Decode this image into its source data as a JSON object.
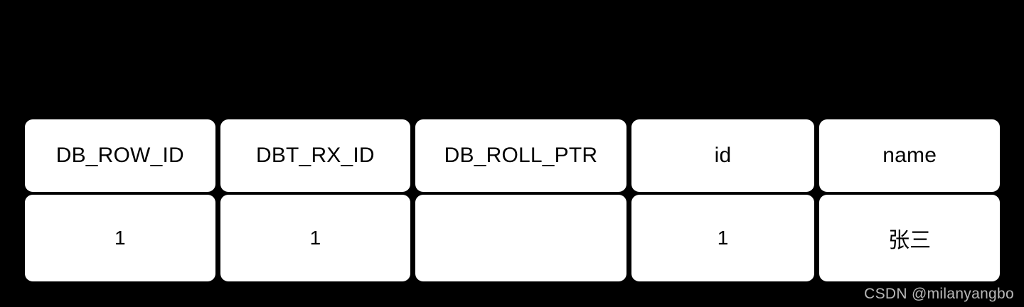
{
  "background_color": "#000000",
  "cell_color": "#ffffff",
  "text_color": "#000000",
  "table": {
    "columns": [
      {
        "header": "DB_ROW_ID"
      },
      {
        "header": "DBT_RX_ID"
      },
      {
        "header": "DB_ROLL_PTR"
      },
      {
        "header": "id"
      },
      {
        "header": "name"
      }
    ],
    "rows": [
      {
        "cells": [
          "1",
          "1",
          "",
          "1",
          "张三"
        ]
      }
    ]
  },
  "watermark": {
    "text": "CSDN @milanyangbo",
    "color": "rgba(255,255,255,0.72)"
  }
}
